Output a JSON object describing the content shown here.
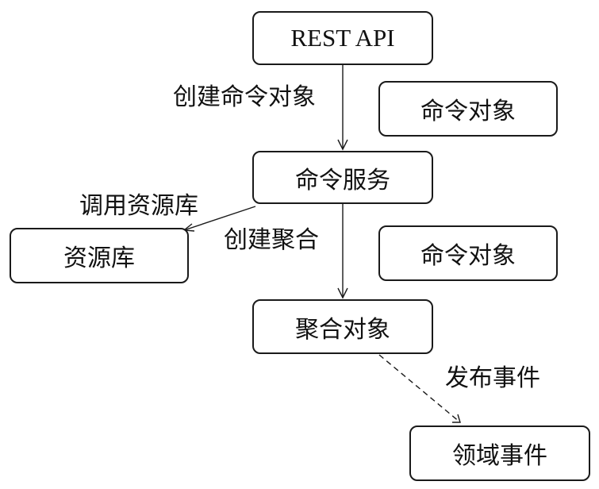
{
  "nodes": {
    "rest_api": "REST API",
    "command_object_1": "命令对象",
    "command_service": "命令服务",
    "repository": "资源库",
    "command_object_2": "命令对象",
    "aggregate_object": "聚合对象",
    "domain_event": "领域事件"
  },
  "edges": {
    "create_command": "创建命令对象",
    "call_repository": "调用资源库",
    "create_aggregate": "创建聚合",
    "publish_event": "发布事件"
  },
  "colors": {
    "stroke": "#1a1a1a",
    "background": "#ffffff"
  }
}
